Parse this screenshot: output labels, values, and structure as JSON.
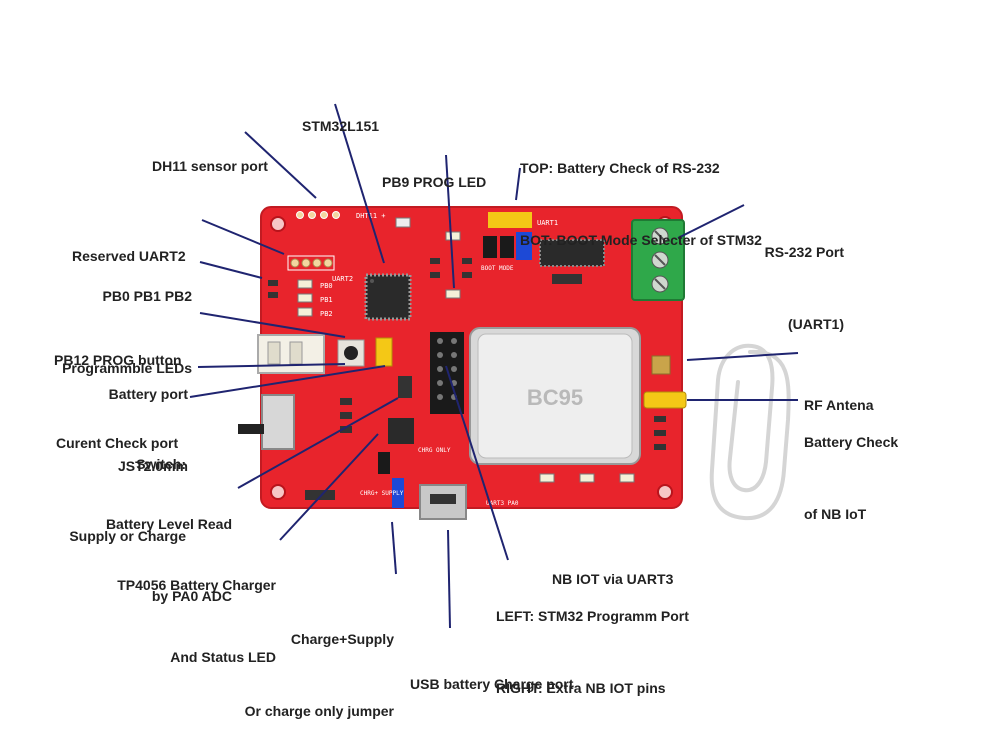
{
  "colors": {
    "pcb": "#e8242c",
    "pcb_dark": "#b8141c",
    "leader": "#1f2470",
    "label": "#222222",
    "terminal_green": "#2fa84a",
    "jumper_blue": "#1d49d6",
    "jumper_yellow": "#f4c816",
    "module_white": "#eeeeee",
    "chip_black": "#2a2a2a"
  },
  "labels": {
    "stm32": [
      "STM32L151"
    ],
    "dh11": [
      "DH11 sensor port"
    ],
    "pb9": [
      "PB9 PROG LED"
    ],
    "top_bot": [
      "TOP: Battery Check of RS-232",
      "BOT: BOOT Mode Selecter of STM32"
    ],
    "rs232": [
      "RS-232 Port",
      "(UART1)"
    ],
    "uart2": [
      "Reserved UART2"
    ],
    "leds": [
      "PB0 PB1 PB2",
      "Programmble LEDs"
    ],
    "pb12": [
      "PB12 PROG button"
    ],
    "battery_port": [
      "Battery port",
      "JST2.0mm"
    ],
    "current": [
      "Curent Check port"
    ],
    "switch": [
      "Switch:",
      "Supply or Charge"
    ],
    "rf": [
      "RF Antena"
    ],
    "nbiot_check": [
      "Battery Check",
      "of NB IoT"
    ],
    "adc": [
      "Battery Level Read",
      "by PA0 ADC"
    ],
    "tp4056": [
      "TP4056 Battery Charger",
      "And Status LED"
    ],
    "nbiot_uart": [
      "NB IOT via UART3"
    ],
    "left_right": [
      "LEFT: STM32 Programm Port",
      "RIGHT: Extra NB IOT pins"
    ],
    "jumper": [
      "Charge+Supply",
      "Or charge only jumper"
    ],
    "usb": [
      "USB battery Charge port"
    ]
  },
  "board_silkscreen": {
    "dht11": "DHT11 +",
    "uart2": "UART2",
    "uart1": "UART1",
    "boot": "BOOT MODE",
    "pb0": "PB0",
    "pb1": "PB1",
    "pb2": "PB2",
    "chrg_only": "CHRG ONLY",
    "chrg_supply": "CHRG+ SUPPLY",
    "uart3": "UART3 PA0",
    "module": "BC95"
  }
}
